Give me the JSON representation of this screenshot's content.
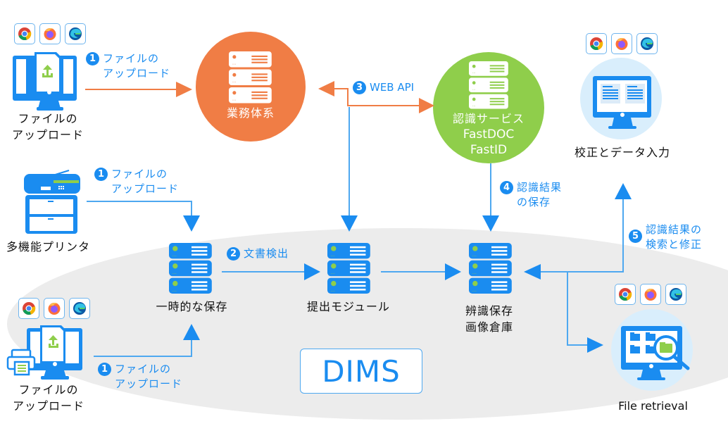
{
  "diagram": {
    "system_name": "DIMS",
    "colors": {
      "primary_blue": "#1a8cf0",
      "orange": "#f07d45",
      "green": "#8fce4b",
      "gray_region": "#ececec",
      "light_blue_circle": "#d9eefc"
    },
    "browsers": [
      "chrome-icon",
      "firefox-icon",
      "edge-icon"
    ],
    "nodes": {
      "web_upload_top": {
        "label_lines": [
          "ファイルの",
          "アップロード"
        ],
        "icon": "monitor-upload-icon"
      },
      "business_system": {
        "label": "業務体系",
        "icon": "server-icon"
      },
      "recognition_service": {
        "label_lines": [
          "認識サービス",
          "FastDOC",
          "FastID"
        ],
        "icon": "server-icon"
      },
      "correction_entry": {
        "label": "校正とデータ入力",
        "icon": "monitor-documents-icon"
      },
      "mfp": {
        "label": "多機能プリンタ",
        "icon": "multifunction-printer-icon"
      },
      "temp_storage": {
        "label": "一時的な保存",
        "icon": "server-icon"
      },
      "submit_module": {
        "label": "提出モジュール",
        "icon": "server-icon"
      },
      "recognition_repository": {
        "label_lines": [
          "辨識保存",
          "画像倉庫"
        ],
        "icon": "server-icon"
      },
      "web_upload_bottom": {
        "label_lines": [
          "ファイルの",
          "アップロード"
        ],
        "icon": "monitor-printer-upload-icon"
      },
      "file_retrieval": {
        "label": "File retrieval",
        "icon": "monitor-folder-search-icon"
      }
    },
    "steps": [
      {
        "number": "1",
        "lines": [
          "ファイルの",
          "アップロード"
        ]
      },
      {
        "number": "1",
        "lines": [
          "ファイルの",
          "アップロード"
        ]
      },
      {
        "number": "1",
        "lines": [
          "ファイルの",
          "アップロード"
        ]
      },
      {
        "number": "2",
        "lines": [
          "文書検出"
        ]
      },
      {
        "number": "3",
        "lines": [
          "WEB API"
        ]
      },
      {
        "number": "4",
        "lines": [
          "認識結果",
          "の保存"
        ]
      },
      {
        "number": "5",
        "lines": [
          "認識結果の",
          "検索と修正"
        ]
      }
    ]
  }
}
